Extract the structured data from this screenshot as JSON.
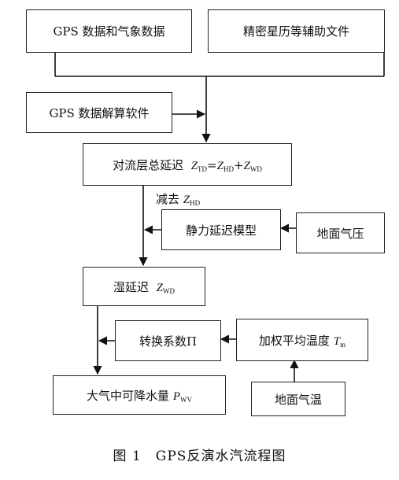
{
  "boxes": {
    "gps_meteo": "GPS 数据和气象数据",
    "ephemeris": "精密星历等辅助文件",
    "gps_software": "GPS 数据解算软件",
    "tropo_label": "对流层总延迟",
    "static_model": "静力延迟模型",
    "surface_pressure": "地面气压",
    "wet_label": "湿延迟",
    "conversion_label": "转换系数Π",
    "weighted_label": "加权平均温度",
    "surface_temp": "地面气温",
    "pwv_label": "大气中可降水量"
  },
  "symbols": {
    "Z": "Z",
    "P": "P",
    "T": "T",
    "eq": "=",
    "plus": "+",
    "TD": "TD",
    "HD": "HD",
    "WD": "WD",
    "WV": "WV",
    "m": "m"
  },
  "subtract_label": "减去",
  "caption": {
    "number": "图 1",
    "title": "GPS反演水汽流程图"
  }
}
